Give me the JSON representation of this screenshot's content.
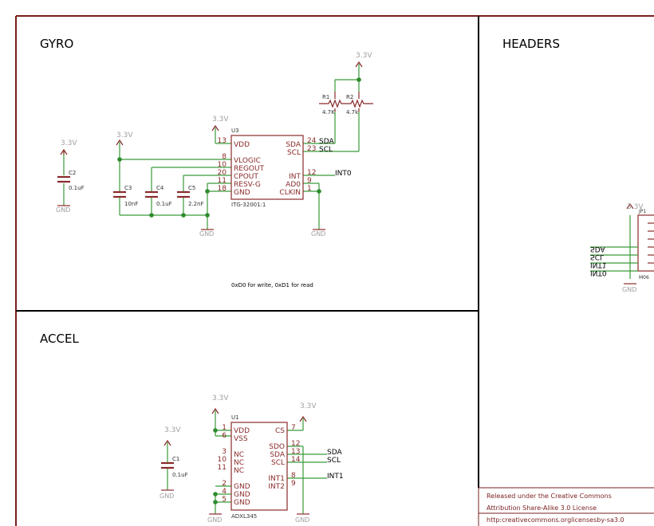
{
  "sections": {
    "gyro": "GYRO",
    "headers": "HEADERS",
    "accel": "ACCEL"
  },
  "supply": "3.3V",
  "ground": "GND",
  "gyro": {
    "ref": "U3",
    "part": "ITG-32001:1",
    "note": "0xD0 for write, 0xD1 for read",
    "left_pins": [
      {
        "num": "13",
        "name": "VDD"
      },
      {
        "num": "8",
        "name": "VLOGIC"
      },
      {
        "num": "10",
        "name": "REGOUT"
      },
      {
        "num": "20",
        "name": "CPOUT"
      },
      {
        "num": "11",
        "name": "RESV-G"
      },
      {
        "num": "18",
        "name": "GND"
      }
    ],
    "right_pins": [
      {
        "num": "24",
        "name": "SDA"
      },
      {
        "num": "23",
        "name": "SCL"
      },
      {
        "num": "12",
        "name": "INT"
      },
      {
        "num": "9",
        "name": "AD0"
      },
      {
        "num": "1",
        "name": "CLKIN"
      }
    ],
    "nets": {
      "sda": "SDA",
      "scl": "SCL",
      "int": "INT0"
    },
    "capacitors": [
      {
        "ref": "C2",
        "value": "0.1uF"
      },
      {
        "ref": "C3",
        "value": "10nF"
      },
      {
        "ref": "C4",
        "value": "0.1uF"
      },
      {
        "ref": "C5",
        "value": "2.2nF"
      }
    ],
    "resistors": [
      {
        "ref": "R1",
        "value": "4.7K"
      },
      {
        "ref": "R2",
        "value": "4.7k"
      }
    ]
  },
  "header": {
    "ref": "JP1",
    "part": "M06",
    "nets": [
      "SDA",
      "SCL",
      "INT1",
      "INT0"
    ]
  },
  "accel": {
    "ref": "U1",
    "part": "ADXL345",
    "left_pins": [
      {
        "num": "1",
        "name": "VDD"
      },
      {
        "num": "6",
        "name": "VSS"
      },
      {
        "num": "3",
        "name": "NC"
      },
      {
        "num": "10",
        "name": "NC"
      },
      {
        "num": "11",
        "name": "NC"
      },
      {
        "num": "2",
        "name": "GND"
      },
      {
        "num": "4",
        "name": "GND"
      },
      {
        "num": "5",
        "name": "GND"
      }
    ],
    "right_pins": [
      {
        "num": "7",
        "name": "CS"
      },
      {
        "num": "12",
        "name": "SDO"
      },
      {
        "num": "13",
        "name": "SDA"
      },
      {
        "num": "14",
        "name": "SCL"
      },
      {
        "num": "8",
        "name": "INT1"
      },
      {
        "num": "9",
        "name": "INT2"
      }
    ],
    "nets": {
      "sda": "SDA",
      "scl": "SCL",
      "int": "INT1"
    },
    "capacitor": {
      "ref": "C1",
      "value": "0.1uF"
    }
  },
  "license": {
    "line1": "Released under the Creative Commons",
    "line2": "Attribution Share-Alike 3.0 License",
    "line3": "http:creativecommons.orglicensesby-sa3.0"
  },
  "colors": {
    "frame": "#7a1f1f",
    "border": "#000000",
    "wire": "#3a9a3a",
    "part": "#8b2a2a",
    "power": "#a0a0a0",
    "junction": "#2e8b2e",
    "text": "#000000"
  }
}
